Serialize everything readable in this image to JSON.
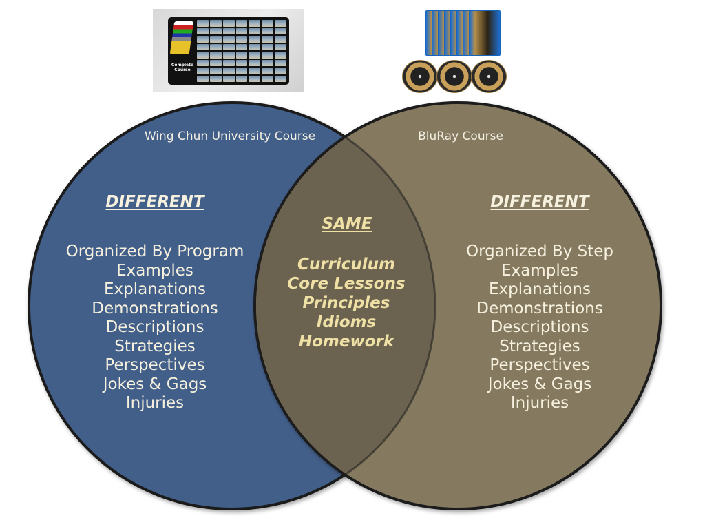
{
  "colors": {
    "left_circle_fill": "#425e8a",
    "right_circle_fill": "#857a5f",
    "overlap_fill": "#6b6350",
    "circle_stroke": "#1c1c1c",
    "text_light": "#f6f1df",
    "text_same": "#efe1a6"
  },
  "images": {
    "left_thumbnail": {
      "caption": "Complete Course"
    },
    "right_thumbnail": {
      "description": "BluRay cases and discs"
    }
  },
  "left": {
    "title": "Wing Chun University Course",
    "heading": "DIFFERENT",
    "items": [
      "Organized By Program",
      "Examples",
      "Explanations",
      "Demonstrations",
      "Descriptions",
      "Strategies",
      "Perspectives",
      "Jokes & Gags",
      "Injuries"
    ]
  },
  "center": {
    "heading": "SAME",
    "items": [
      "Curriculum",
      "Core Lessons",
      "Principles",
      "Idioms",
      "Homework"
    ]
  },
  "right": {
    "title": "BluRay Course",
    "heading": "DIFFERENT",
    "items": [
      "Organized By Step",
      "Examples",
      "Explanations",
      "Demonstrations",
      "Descriptions",
      "Strategies",
      "Perspectives",
      "Jokes & Gags",
      "Injuries"
    ]
  }
}
